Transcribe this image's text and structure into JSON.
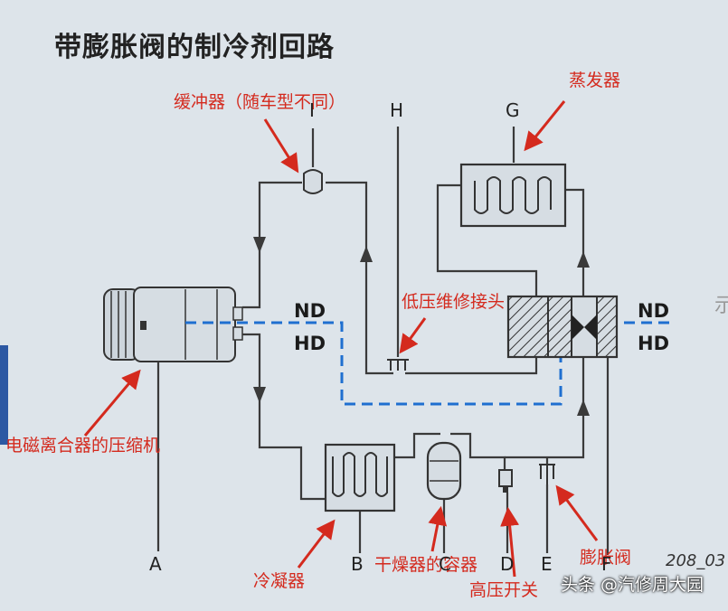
{
  "title": "带膨胀阀的制冷剂回路",
  "labels": {
    "buffer": "缓冲器（随车型不同）",
    "evaporator": "蒸发器",
    "low_pressure_port": "低压维修接头",
    "compressor": "电磁离合器的压缩机",
    "condenser": "冷凝器",
    "dryer": "干燥器的容器",
    "high_pressure_switch": "高压开关",
    "expansion_valve": "膨胀阀"
  },
  "letters": {
    "A": "A",
    "B": "B",
    "C": "C",
    "D": "D",
    "E": "E",
    "F": "F",
    "G": "G",
    "H": "H",
    "I": "I"
  },
  "nd_hd": {
    "nd": "ND",
    "hd": "HD"
  },
  "reference": "208_03",
  "watermark": "头条 @汽修周大园",
  "edge_char": "示",
  "colors": {
    "background": "#dde4ea",
    "line": "#3a3a3a",
    "dashed": "#1f6fd0",
    "annotation": "#d42a1e"
  }
}
